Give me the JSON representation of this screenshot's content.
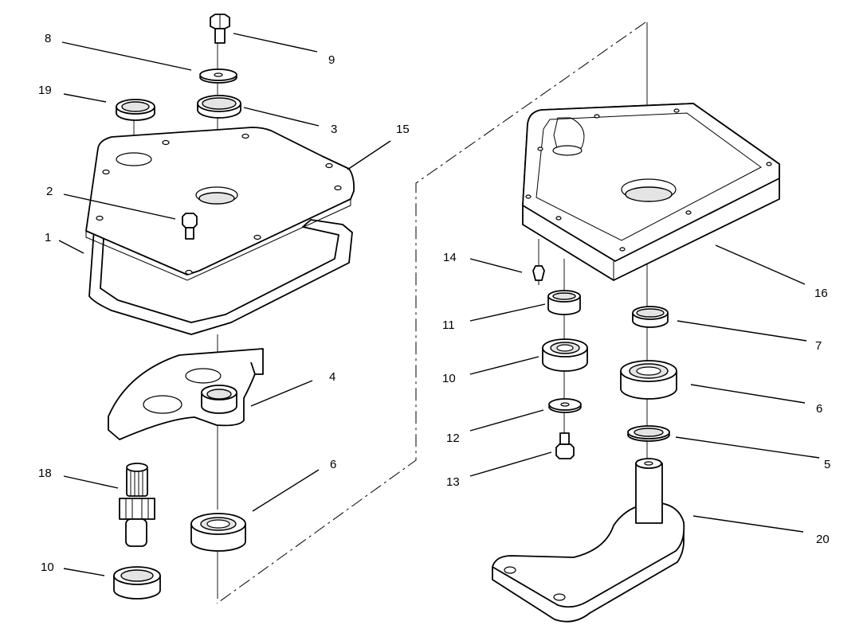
{
  "callouts": [
    {
      "id": "c8a",
      "text": "8"
    },
    {
      "id": "c9",
      "text": "9"
    },
    {
      "id": "c19",
      "text": "19"
    },
    {
      "id": "c3",
      "text": "3"
    },
    {
      "id": "c15",
      "text": "15"
    },
    {
      "id": "c2",
      "text": "2"
    },
    {
      "id": "c1",
      "text": "1"
    },
    {
      "id": "c4",
      "text": "4"
    },
    {
      "id": "c18",
      "text": "18"
    },
    {
      "id": "c6a",
      "text": "6"
    },
    {
      "id": "c10a",
      "text": "10"
    },
    {
      "id": "c14",
      "text": "14"
    },
    {
      "id": "c16",
      "text": "16"
    },
    {
      "id": "c11",
      "text": "11"
    },
    {
      "id": "c7",
      "text": "7"
    },
    {
      "id": "c10b",
      "text": "10"
    },
    {
      "id": "c6b",
      "text": "6"
    },
    {
      "id": "c12",
      "text": "12"
    },
    {
      "id": "c5",
      "text": "5"
    },
    {
      "id": "c13",
      "text": "13"
    },
    {
      "id": "c20",
      "text": "20"
    }
  ]
}
